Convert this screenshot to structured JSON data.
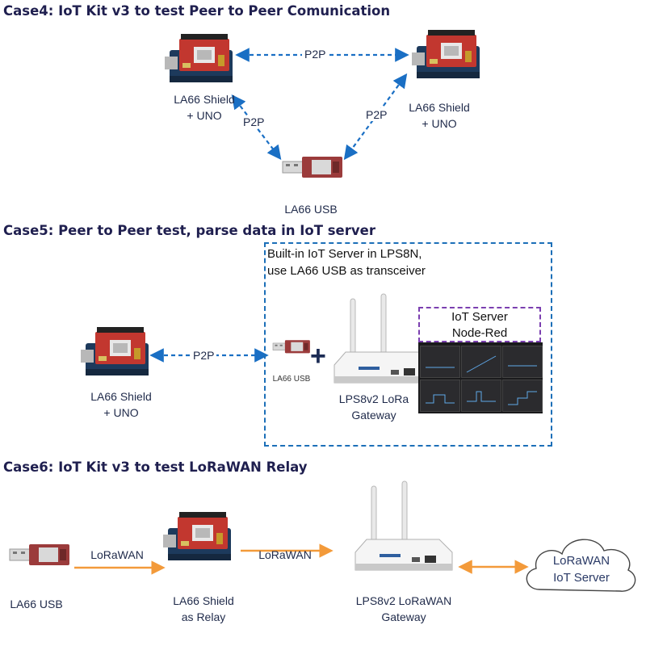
{
  "case4": {
    "heading": "Case4: IoT Kit v3 to test Peer to Peer Comunication",
    "left_device_label": "LA66 Shield\n+ UNO",
    "right_device_label": "LA66 Shield\n+ UNO",
    "usb_label": "LA66 USB",
    "link_top": "P2P",
    "link_left": "P2P",
    "link_right": "P2P"
  },
  "case5": {
    "heading": "Case5: Peer to Peer test, parse data in IoT server",
    "device_label": "LA66 Shield\n+ UNO",
    "link": "P2P",
    "box_title": "Built-in IoT Server in LPS8N,\nuse LA66 USB as transceiver",
    "usb_label": "LA66 USB",
    "plus": "+",
    "gateway_label": "LPS8v2 LoRa\nGateway",
    "server_title": "IoT Server\nNode-Red"
  },
  "case6": {
    "heading": "Case6: IoT Kit v3 to test LoRaWAN Relay",
    "usb_label": "LA66 USB",
    "link_1": "LoRaWAN",
    "relay_label": "LA66 Shield\nas Relay",
    "link_2": "LoRaWAN",
    "gateway_label": "LPS8v2 LoRaWAN\nGateway",
    "cloud_label": "LoRaWAN\nIoT Server"
  },
  "colors": {
    "p2p_arrow": "#1a6fc4",
    "lorawan_arrow": "#f39a3a",
    "box_border": "#1c6fb8",
    "server_border": "#7b3fb0",
    "heading": "#1f1f4f"
  }
}
